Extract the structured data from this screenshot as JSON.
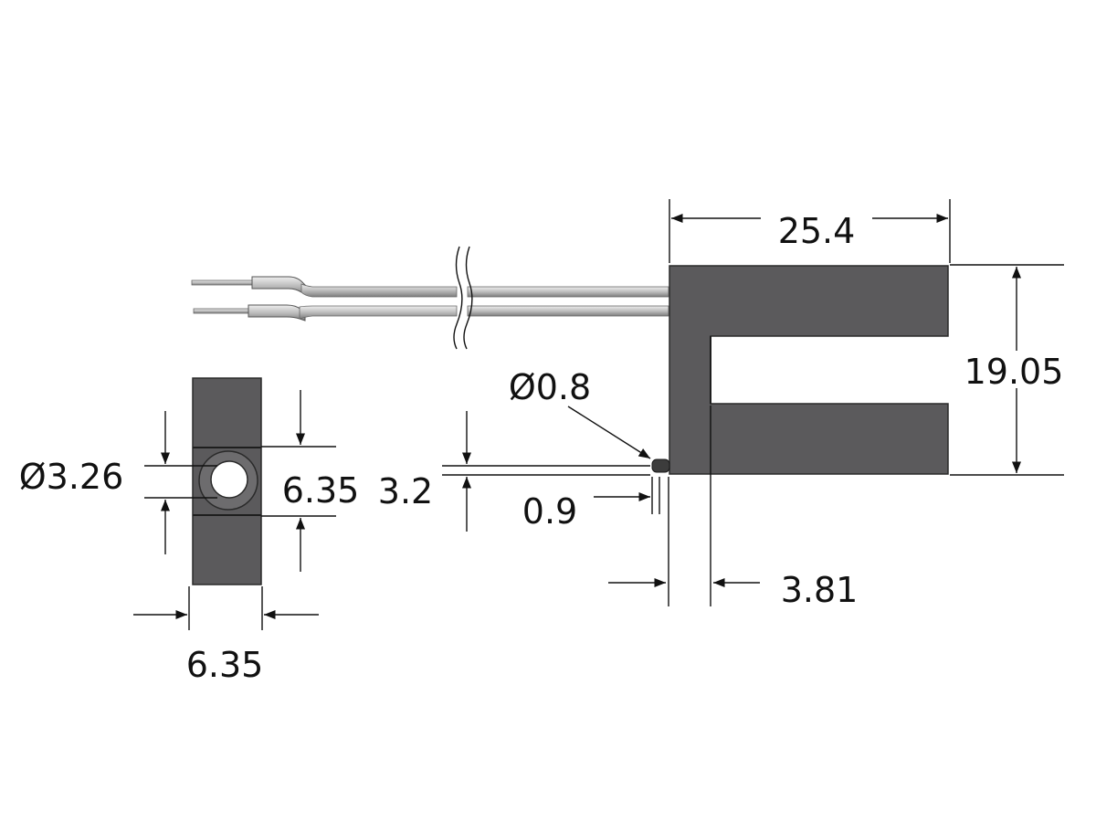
{
  "colors": {
    "body": "#5b5a5c",
    "outline": "#2a2a2a",
    "dimension": "#111111",
    "wire": "#b9b9b9"
  },
  "dimensions": {
    "width_top": "25.4",
    "height_right": "19.05",
    "pin_diameter": "Ø0.8",
    "pin_offset": "3.2",
    "pin_length": "0.9",
    "slot_wall": "3.81",
    "hole_diameter": "Ø3.26",
    "side_height": "6.35",
    "side_width": "6.35"
  },
  "parts": {
    "front_view": "u-shaped-sensor-body",
    "side_view": "end-view-with-through-hole",
    "leads": "two-insulated-wire-leads-with-break"
  }
}
